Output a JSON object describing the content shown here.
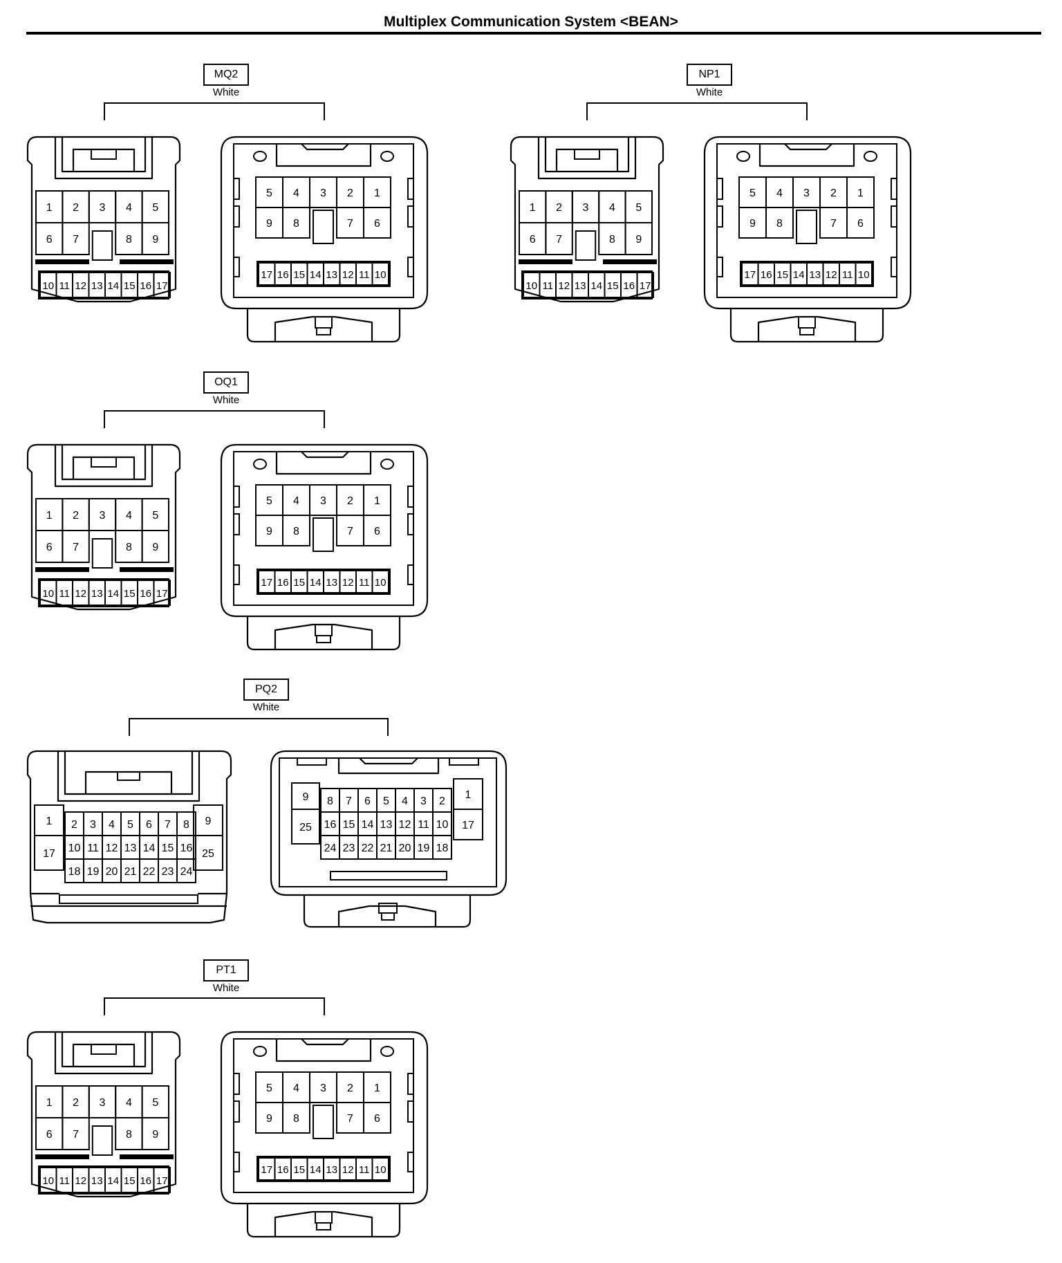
{
  "title": "Multiplex Communication System <BEAN>",
  "connectors": [
    {
      "id": "MQ2",
      "color": "White"
    },
    {
      "id": "NP1",
      "color": "White"
    },
    {
      "id": "OQ1",
      "color": "White"
    },
    {
      "id": "PQ2",
      "color": "White"
    },
    {
      "id": "PT1",
      "color": "White"
    }
  ],
  "pin_layout_17": {
    "male_row1": [
      "1",
      "2",
      "3",
      "4",
      "5"
    ],
    "male_row2": [
      "6",
      "7",
      "",
      "8",
      "9"
    ],
    "male_row3": [
      "10",
      "11",
      "12",
      "13",
      "14",
      "15",
      "16",
      "17"
    ],
    "female_row1": [
      "5",
      "4",
      "3",
      "2",
      "1"
    ],
    "female_row2": [
      "9",
      "8",
      "",
      "7",
      "6"
    ],
    "female_row3": [
      "17",
      "16",
      "15",
      "14",
      "13",
      "12",
      "11",
      "10"
    ]
  },
  "pin_layout_25": {
    "male_left": [
      "1",
      "17"
    ],
    "male_row1": [
      "2",
      "3",
      "4",
      "5",
      "6",
      "7",
      "8"
    ],
    "male_row2": [
      "10",
      "11",
      "12",
      "13",
      "14",
      "15",
      "16"
    ],
    "male_row3": [
      "18",
      "19",
      "20",
      "21",
      "22",
      "23",
      "24"
    ],
    "male_right": [
      "9",
      "25"
    ],
    "female_left": [
      "9",
      "25"
    ],
    "female_row1": [
      "8",
      "7",
      "6",
      "5",
      "4",
      "3",
      "2"
    ],
    "female_row2": [
      "16",
      "15",
      "14",
      "13",
      "12",
      "11",
      "10"
    ],
    "female_row3": [
      "24",
      "23",
      "22",
      "21",
      "20",
      "19",
      "18"
    ],
    "female_right": [
      "1",
      "17"
    ]
  }
}
